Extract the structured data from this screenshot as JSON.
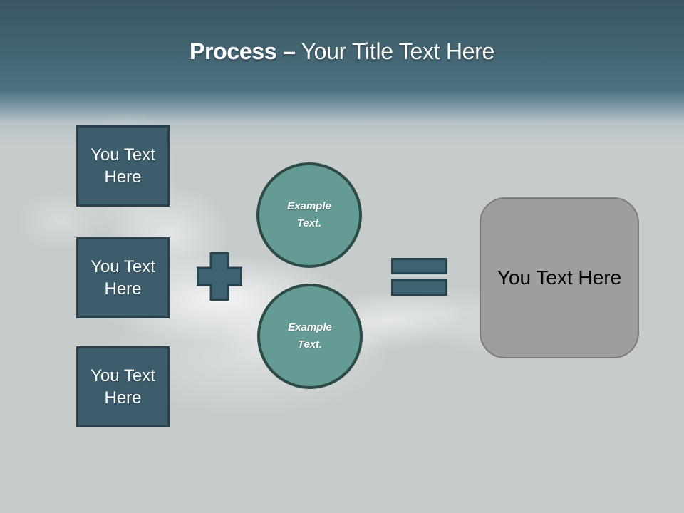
{
  "title": {
    "bold": "Process –",
    "rest": " Your Title Text Here"
  },
  "left_boxes": [
    {
      "label": "You Text Here"
    },
    {
      "label": "You Text Here"
    },
    {
      "label": "You Text Here"
    }
  ],
  "operators": {
    "plus": "plus-icon",
    "equals": "equals-icon"
  },
  "circles": [
    {
      "label": "Example Text."
    },
    {
      "label": "Example Text."
    }
  ],
  "result_box": {
    "label": "You Text Here"
  },
  "colors": {
    "header_top": "#3b5663",
    "header_mid": "#4c7181",
    "background": "#c6cbcc",
    "box_fill": "#3d5d6c",
    "box_border": "#2a414d",
    "circle_fill": "#649b95",
    "circle_border": "#2d4a47",
    "operator_fill": "#3e6272",
    "operator_border": "#26434e",
    "result_fill": "#9e9e9e",
    "result_border": "#7c7c7c",
    "title_color": "#ffffff"
  }
}
